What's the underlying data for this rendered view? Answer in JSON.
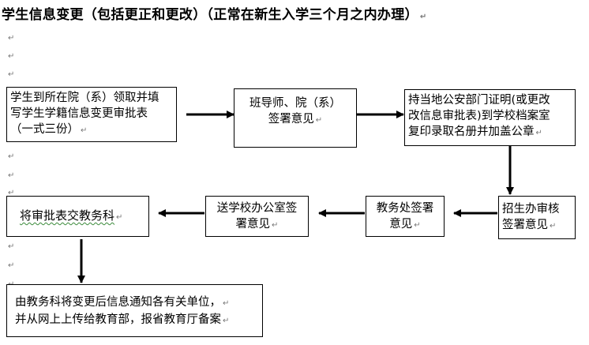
{
  "title": "学生信息变更（包括更正和更改）（正常在新生入学三个月之内办理）",
  "return_mark": "↵",
  "steps": {
    "step1": {
      "lines": [
        "学生到所在院（系）领取并填",
        "写学生学籍信息变更审批表",
        "（一式三份）"
      ]
    },
    "step2": {
      "lines": [
        "班导师、院（系）",
        "签署意见"
      ]
    },
    "step3": {
      "lines": [
        "持当地公安部门证明(或更改",
        "改信息审批表)到学校档案室",
        "复印录取名册并加盖公章"
      ]
    },
    "step4": {
      "lines": [
        "招生办审核",
        "签署意见"
      ]
    },
    "step5": {
      "lines": [
        "教务处签署",
        "意见"
      ]
    },
    "step6": {
      "lines": [
        "送学校办公室签",
        "署意见"
      ]
    },
    "step7": {
      "lines": [
        "将审批表交教务科"
      ]
    },
    "step8": {
      "lines": [
        "由教务科将变更后信息通知各有关单位，",
        "并从网上上传给教育部，报省教育厅备案"
      ]
    }
  }
}
